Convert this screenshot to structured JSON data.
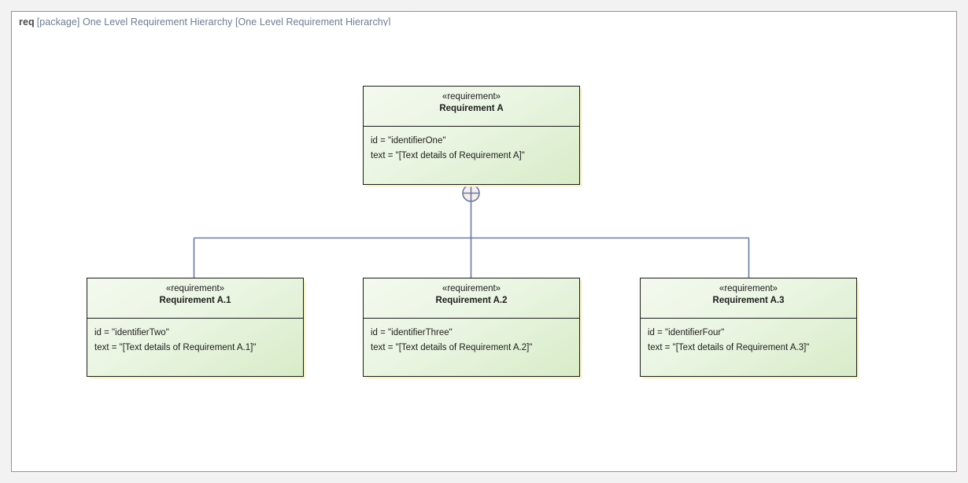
{
  "frame": {
    "kind": "req",
    "descriptor": "[package] One Level Requirement Hierarchy [One Level Requirement Hierarchy]",
    "border_color": "#9d8e95",
    "background": "#ffffff"
  },
  "canvas": {
    "background": "#f2f2f2"
  },
  "diagram": {
    "type": "sysml-requirement-diagram",
    "notation": "containment",
    "connector_color": "#6b7aa1",
    "node_border_color": "#1c1c1c",
    "node_fill_start": "#f3f9ef",
    "node_fill_end": "#d8ecc8",
    "nodes": [
      {
        "id": "req-a",
        "stereotype": "«requirement»",
        "name": "Requirement A",
        "attributes": [
          "id = \"identifierOne\"",
          "text = \"[Text details of Requirement A]\""
        ]
      },
      {
        "id": "req-a1",
        "stereotype": "«requirement»",
        "name": "Requirement A.1",
        "attributes": [
          "id = \"identifierTwo\"",
          "text = \"[Text details of Requirement A.1]\""
        ]
      },
      {
        "id": "req-a2",
        "stereotype": "«requirement»",
        "name": "Requirement A.2",
        "attributes": [
          "id = \"identifierThree\"",
          "text = \"[Text details of Requirement A.2]\""
        ]
      },
      {
        "id": "req-a3",
        "stereotype": "«requirement»",
        "name": "Requirement A.3",
        "attributes": [
          "id = \"identifierFour\"",
          "text = \"[Text details of Requirement A.3]\""
        ]
      }
    ],
    "relationships": [
      {
        "type": "containment",
        "source": "req-a",
        "target": "req-a1"
      },
      {
        "type": "containment",
        "source": "req-a",
        "target": "req-a2"
      },
      {
        "type": "containment",
        "source": "req-a",
        "target": "req-a3"
      }
    ]
  }
}
